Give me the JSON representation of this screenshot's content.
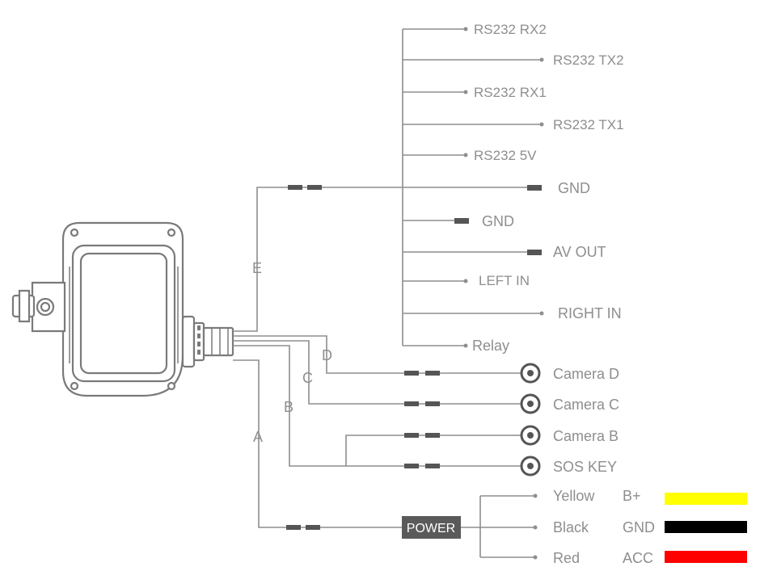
{
  "branch_labels": {
    "E": "E",
    "D": "D",
    "C": "C",
    "B": "B",
    "A": "A"
  },
  "e_outputs": [
    "RS232 RX2",
    "RS232 TX2",
    "RS232 RX1",
    "RS232 TX1",
    "RS232 5V",
    "GND",
    "GND",
    "AV OUT",
    "LEFT IN",
    "RIGHT IN",
    "Relay"
  ],
  "cameras": {
    "camera_d": "Camera D",
    "camera_c": "Camera C",
    "camera_b": "Camera B",
    "sos_key": "SOS KEY"
  },
  "power": {
    "box_label": "POWER",
    "wires": [
      {
        "color_name": "Yellow",
        "function": "B+",
        "swatch": "#ffff00"
      },
      {
        "color_name": "Black",
        "function": "GND",
        "swatch": "#000000"
      },
      {
        "color_name": "Red",
        "function": "ACC",
        "swatch": "#ff0000"
      }
    ]
  },
  "colors": {
    "line": "#8e8e8e",
    "connector": "#555555",
    "power_box": "#5a5a5a"
  }
}
